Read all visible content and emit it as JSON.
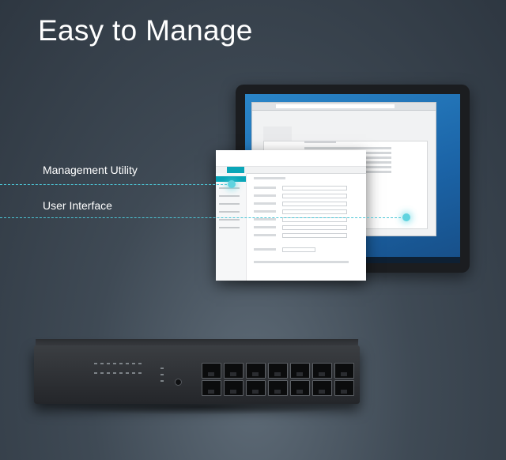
{
  "headline": "Easy to Manage",
  "callouts": {
    "management_utility": "Management Utility",
    "user_interface": "User Interface"
  },
  "colors": {
    "accent": "#4cc6d6",
    "background": "#3f4a55"
  },
  "icons": {
    "tablet": "tablet-device-icon",
    "switch": "network-switch-icon"
  }
}
